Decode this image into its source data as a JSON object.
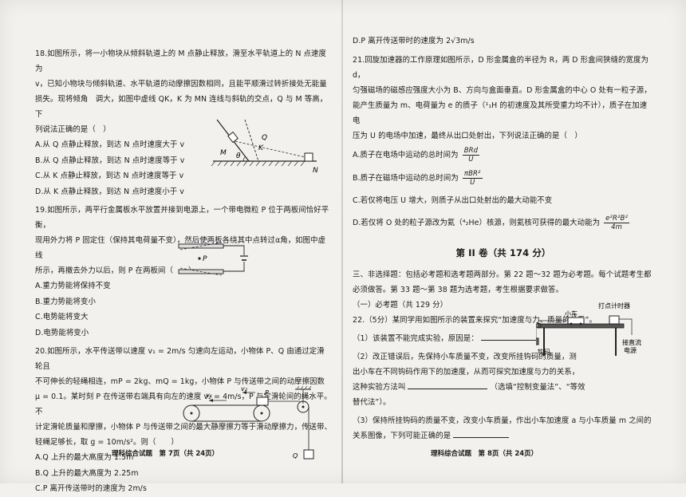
{
  "left": {
    "q18": {
      "lines": [
        "18.如图所示，将一小物块从倾斜轨道上的 M 点静止释放，滑至水平轨道上的 N 点速度为",
        "v，已知小物块与倾斜轨道、水平轨道的动摩擦因数相同，且能平顺滑过转折接处无能量",
        "损失。现将倾角　调大，如图中虚线 QK，K 为 MN 连线与斜轨的交点，Q 与 M 等高，下",
        "列说法正确的是（　）"
      ],
      "options": [
        "A.从 Q 点静止释放，到达 N 点时速度大于 v",
        "B.从 Q 点静止释放，到达 N 点时速度等于 v",
        "C.从 K 点静止释放，到达 N 点时速度等于 v",
        "D.从 K 点静止释放，到达 N 点时速度小于 v"
      ],
      "figure_labels": {
        "q": "Q",
        "k": "K",
        "m": "M",
        "theta": "θ",
        "n": "N"
      }
    },
    "q19": {
      "lines": [
        "19.如图所示，两平行金属板水平放置并接到电源上，一个带电微粒 P 位于两板间恰好平衡，",
        "现用外力将 P 固定住（保持其电荷量不变），然后使两板各绕其中点转过α角，如图中虚线",
        "所示，再撤去外力以后，则 P 在两板间（　　）"
      ],
      "options": [
        "A.重力势能将保持不变",
        "B.重力势能将变小",
        "C.电势能将变大",
        "D.电势能将变小"
      ],
      "figure_labels": {
        "p": "P"
      }
    },
    "q20": {
      "lines": [
        "20.如图所示，水平传送带以速度 v₁ = 2m/s 匀速向左运动，小物体 P、Q 由通过定滑轮且",
        "不可伸长的轻绳相连，mP = 2kg、mQ = 1kg，小物体 P 与传送带之间的动摩擦因数",
        "μ = 0.1。某时刻 P 在传送带右端具有向左的速度 v₂ = 4m/s，P 与定滑轮间的绳水平。不",
        "计定滑轮质量和摩擦，小物体 P 与传送带之间的最大静摩擦力等于滑动摩擦力，传送带、",
        "轻绳足够长，取 g = 10m/s²。则（　　）"
      ],
      "options": [
        "A.Q 上升的最大高度为 1.5m",
        "B.Q 上升的最大高度为 2.25m",
        "C.P 离开传送带时的速度为 2m/s"
      ],
      "figure_labels": {
        "v1": "v₁",
        "v2": "v₂",
        "p": "P",
        "q": "Q"
      }
    },
    "footer": "理科综合试题　第 7页（共 24页）"
  },
  "right": {
    "q20_d": "D.P 离开传送带时的速度为 2√3m/s",
    "q21": {
      "lines": [
        "21.回旋加速器的工作原理如图所示，D 形金属盒的半径为 R，两 D 形盒间狭缝的宽度为 d，",
        "匀强磁场的磁感应强度大小为 B、方向与盒面垂直。D 形金属盒的中心 O 处有一粒子源，",
        "能产生质量为 m、电荷量为 e 的质子（¹₁H 的初速度及其所受重力均不计），质子在加速电",
        "压为 U 的电场中加速，最终从出口处射出，下列说法正确的是（　）"
      ],
      "opt_a_text": "A.质子在电场中运动的总时间为",
      "opt_a_num": "BRd",
      "opt_a_den": "U",
      "opt_b_text": "B.质子在磁场中运动的总时间为",
      "opt_b_num": "πBR²",
      "opt_b_den": "U",
      "opt_c": "C.若仅将电压 U 增大，则质子从出口处射出的最大动能不变",
      "opt_d_text": "D.若仅将 O 处的粒子源改为氦（⁴₂He）核源，则氦核可获得的最大动能为",
      "opt_d_num": "e²R²B²",
      "opt_d_den": "4m"
    },
    "section_title": "第 II 卷（共 174 分）",
    "section_lines": [
      "三、非选择题：包括必考题和选考题两部分。第 22 题～32 题为必考题。每个试题考生都",
      "必须做答。第 33 题～第 38 题为选考题，考生根据要求做答。",
      "（一）必考题（共 129 分）"
    ],
    "q22": {
      "lines": [
        "22.（5分）某同学用如图所示的装置来探究“加速度与力、质量的关系”。",
        "（1）该装置不能完成实验，原因是：",
        "（2）改正错误后，先保持小车质量不变，改变所挂钩码的质量，测",
        "出小车在不同钩码作用下的加速度，从而可探究加速度与力的关系，",
        "这种实验方法叫",
        "（选填“控制变量法”、“等效",
        "替代法”）。",
        "（3）保持所挂钩码的质量不变，改变小车质量，作出小车加速度 a 与小车质量 m 之间的",
        "关系图像，下列可能正确的是"
      ],
      "figure_labels": {
        "timer": "打点计时器",
        "cart": "小车",
        "hooks": "钩码",
        "power_line1": "接直流",
        "power_line2": "电源"
      }
    },
    "footer": "理科综合试题　第 8页（共 24页）"
  }
}
